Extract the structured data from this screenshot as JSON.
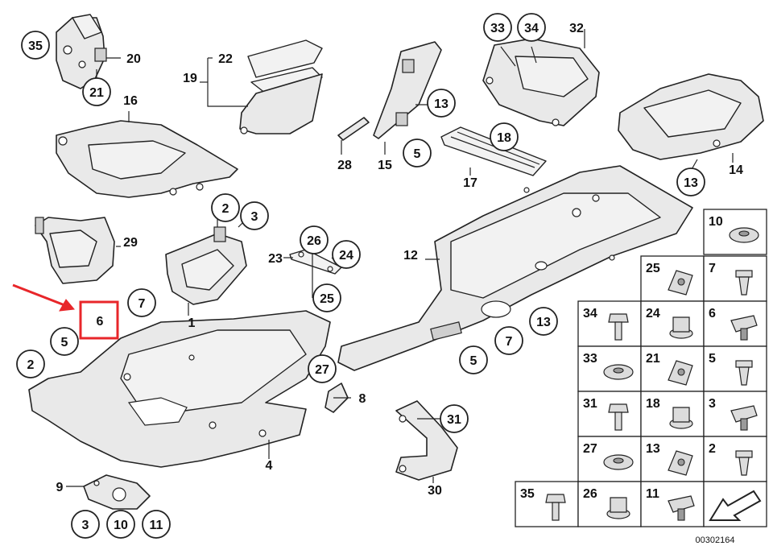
{
  "callouts": [
    "35",
    "21",
    "16",
    "19",
    "13",
    "5",
    "33",
    "34",
    "18",
    "13",
    "2",
    "3",
    "29",
    "26",
    "24",
    "25",
    "12",
    "7",
    "6",
    "5",
    "2",
    "13",
    "7",
    "5",
    "27",
    "31",
    "3",
    "10",
    "11"
  ],
  "labels": [
    "20",
    "22",
    "28",
    "15",
    "32",
    "14",
    "17",
    "23",
    "1",
    "8",
    "4",
    "9",
    "30"
  ],
  "grid": [
    "10",
    "25",
    "7",
    "34",
    "24",
    "6",
    "33",
    "21",
    "5",
    "31",
    "18",
    "3",
    "27",
    "13",
    "2",
    "35",
    "26",
    "11"
  ],
  "highlight": {
    "label": "6",
    "color": "#e8262a"
  },
  "doc_number": "00302164"
}
